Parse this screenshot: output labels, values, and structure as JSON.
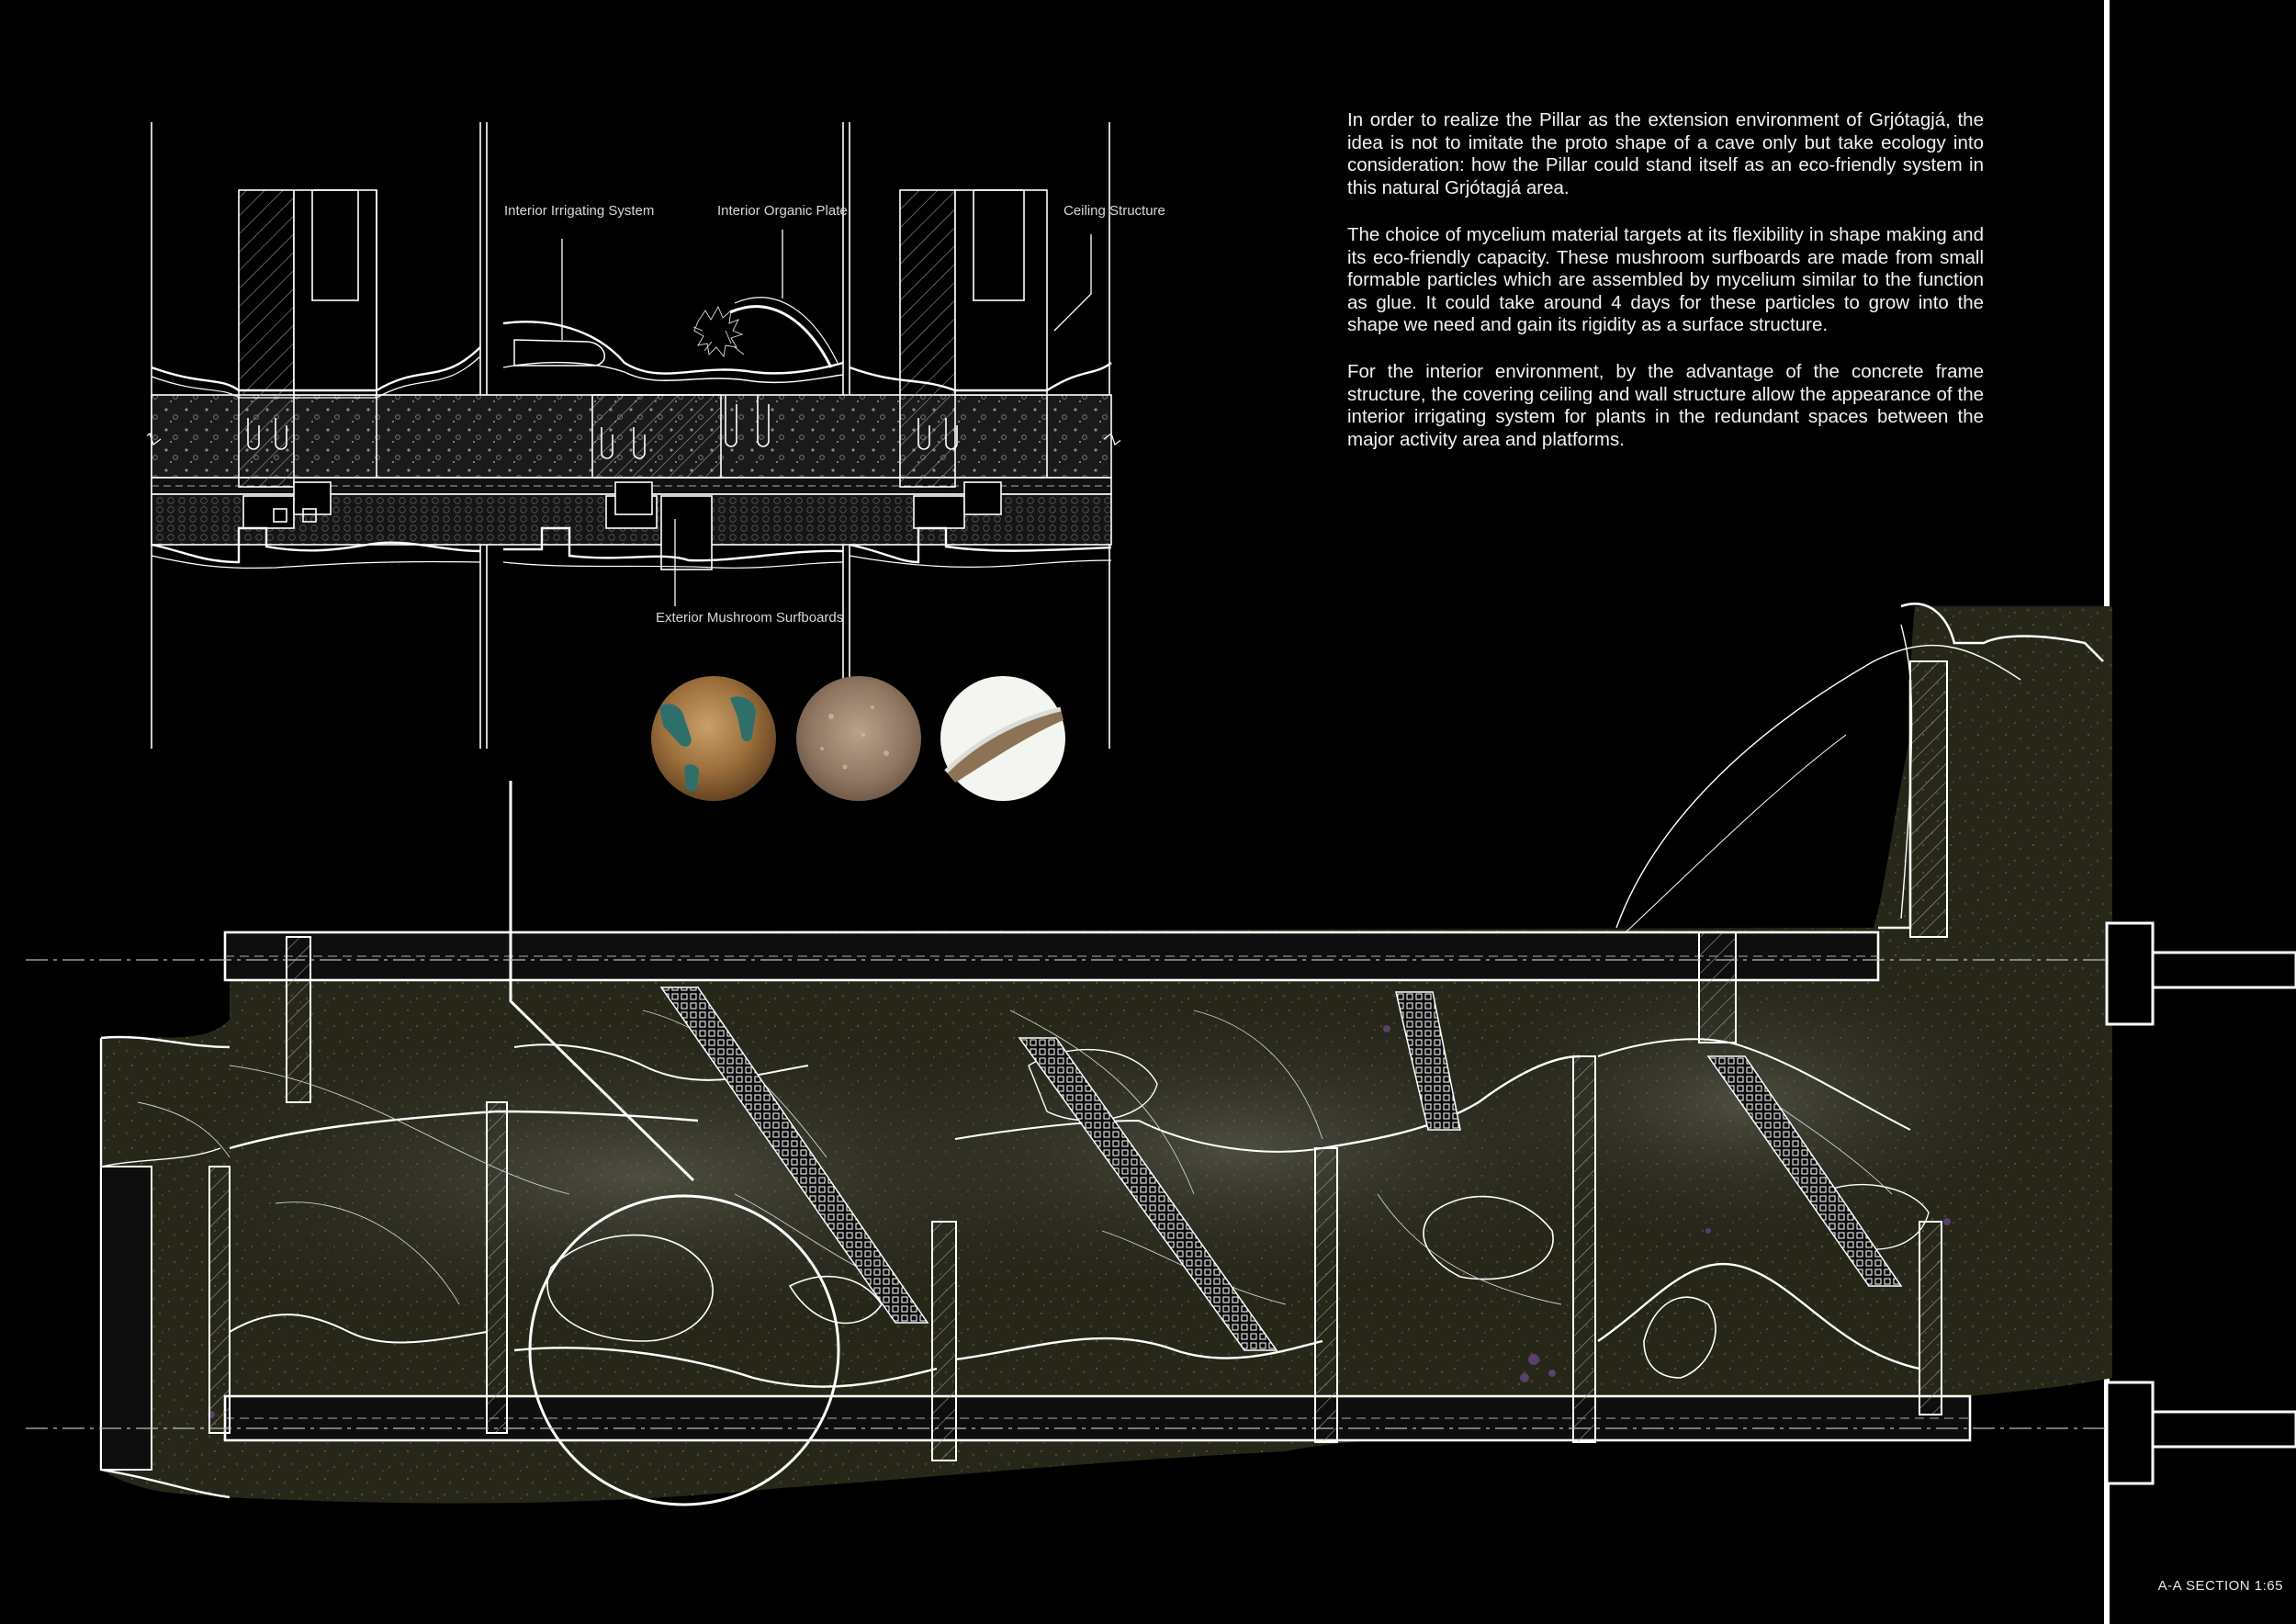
{
  "description_paragraphs": [
    "In order to realize the Pillar as the extension environment of Grjótagjá, the idea is not to imitate the proto shape of a cave only but take ecology into consideration: how the Pillar could stand itself as an eco-friendly system in this natural Grjótagjá area.",
    "The choice of mycelium material targets at its flexibility in shape making and its eco-friendly capacity. These mushroom surfboards are made from small formable particles which are assembled by mycelium similar to the function as glue. It could take around 4 days for these particles to grow into the shape we need and gain its rigidity as a surface structure.",
    "For the interior environment, by the advantage of the concrete frame structure, the covering ceiling and wall structure allow the appearance of the interior irrigating system for plants in the redundant spaces between the major activity area and platforms."
  ],
  "detail_callouts": {
    "irrigating": "Interior Irrigating System",
    "organic_plate": "Interior Organic Plate",
    "ceiling": "Ceiling Structure",
    "surfboards": "Exterior Mushroom Surfboards"
  },
  "section_label": "A-A SECTION 1:65",
  "colors": {
    "background": "#000000",
    "line": "#ffffff",
    "interior_fill": "#24241a",
    "moss": "#3a3a24"
  },
  "material_samples": [
    "mycelium-fibre-photo",
    "mycelium-particle-photo",
    "mushroom-surfboard-photo"
  ]
}
